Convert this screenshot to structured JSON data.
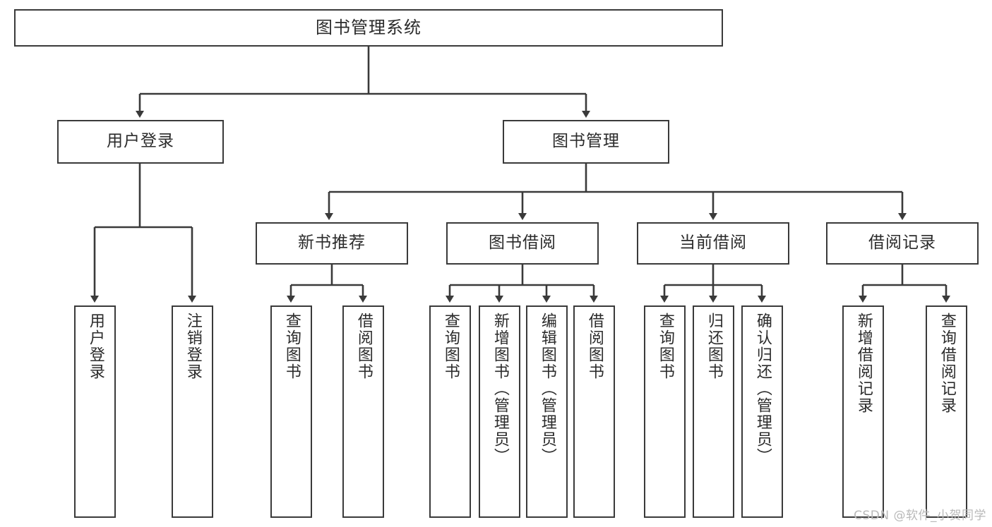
{
  "diagram": {
    "title": "图书管理系统",
    "type": "tree-hierarchy-chart",
    "orientation": "top-down",
    "colors": {
      "node_border": "#3a3a3a",
      "node_fill": "#ffffff",
      "edge": "#3a3a3a",
      "text": "#2b2b2b",
      "background": "#ffffff",
      "watermark": "#b9b9b9"
    }
  },
  "root": {
    "label": "图书管理系统"
  },
  "level2": {
    "user_login": "用户登录",
    "book_management": "图书管理"
  },
  "level3": {
    "new_book_recommend": "新书推荐",
    "book_borrow": "图书借阅",
    "current_borrow": "当前借阅",
    "borrow_record": "借阅记录"
  },
  "leaves": {
    "user_login": [
      "用户登录",
      "注销登录"
    ],
    "new_book_recommend": [
      "查询图书",
      "借阅图书"
    ],
    "book_borrow": [
      "查询图书",
      "新增图书（管理员）",
      "编辑图书（管理员）",
      "借阅图书"
    ],
    "current_borrow": [
      "查询图书",
      "归还图书",
      "确认归还（管理员）"
    ],
    "borrow_record": [
      "新增借阅记录",
      "查询借阅记录"
    ]
  },
  "watermark": {
    "text": "CSDN @软件_小贺同学"
  }
}
